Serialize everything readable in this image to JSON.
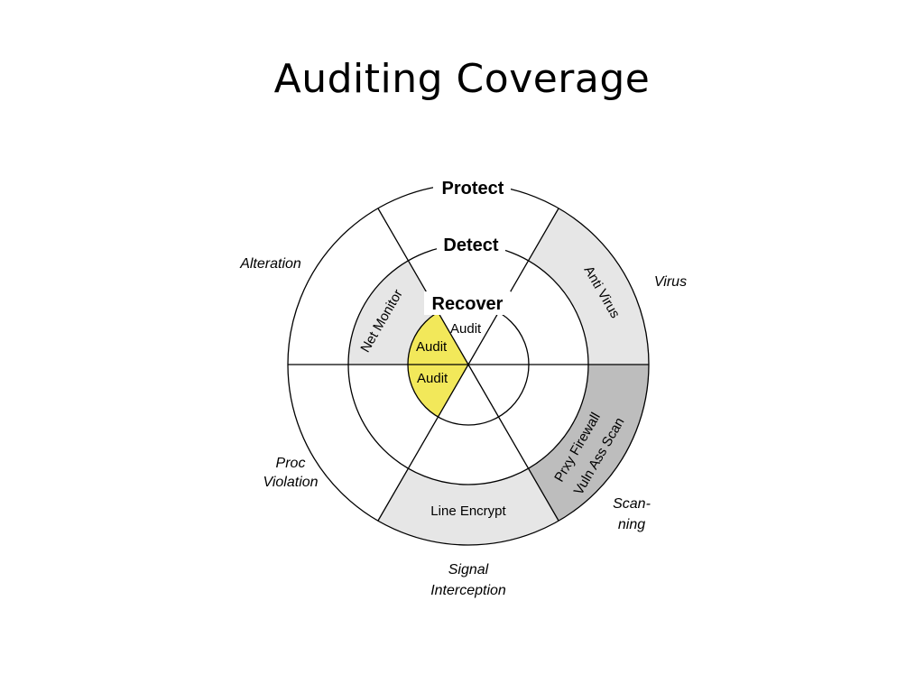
{
  "title": "Auditing Coverage",
  "rings": {
    "protect": "Protect",
    "detect": "Detect",
    "recover": "Recover"
  },
  "audit_labels": [
    "Audit",
    "Audit",
    "Audit"
  ],
  "sector_labels": {
    "net_monitor": "Net Monitor",
    "anti_virus": "Anti Virus",
    "proxy_firewall": "Prxy Firewall",
    "vuln_scan": "Vuln Ass Scan",
    "line_encrypt": "Line Encrypt"
  },
  "outer_labels": {
    "alteration": "Alteration",
    "virus": "Virus",
    "proc_violation": [
      "Proc",
      "Violation"
    ],
    "scanning": [
      "Scan-",
      "ning"
    ],
    "signal_interception": [
      "Signal",
      "Interception"
    ]
  },
  "colors": {
    "audit_fill": "#f2e85a",
    "light_gray": "#e6e6e6",
    "mid_gray": "#bdbdbd",
    "line": "#000000"
  }
}
